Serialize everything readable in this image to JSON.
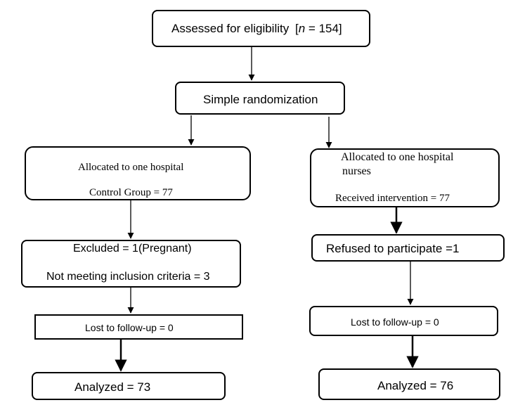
{
  "flowchart": {
    "eligibility": {
      "text": "Assessed for eligibility",
      "n_var": "n",
      "n_value": "= 154]",
      "bracket_open": "["
    },
    "randomization": {
      "text": "Simple randomization"
    },
    "control": {
      "allocated": "Allocated to one hospital",
      "group": "Control Group = 77",
      "excluded": "Excluded = 1(Pregnant)",
      "not_meeting": "Not meeting inclusion criteria = 3",
      "lost": "Lost to follow-up = 0",
      "analyzed": "Analyzed = 73"
    },
    "intervention": {
      "allocated_line1": "Allocated to one hospital",
      "allocated_line2": "nurses",
      "received": "Received intervention = 77",
      "refused": "Refused to participate =1",
      "lost": "Lost to follow-up = 0",
      "analyzed": "Analyzed = 76"
    }
  }
}
